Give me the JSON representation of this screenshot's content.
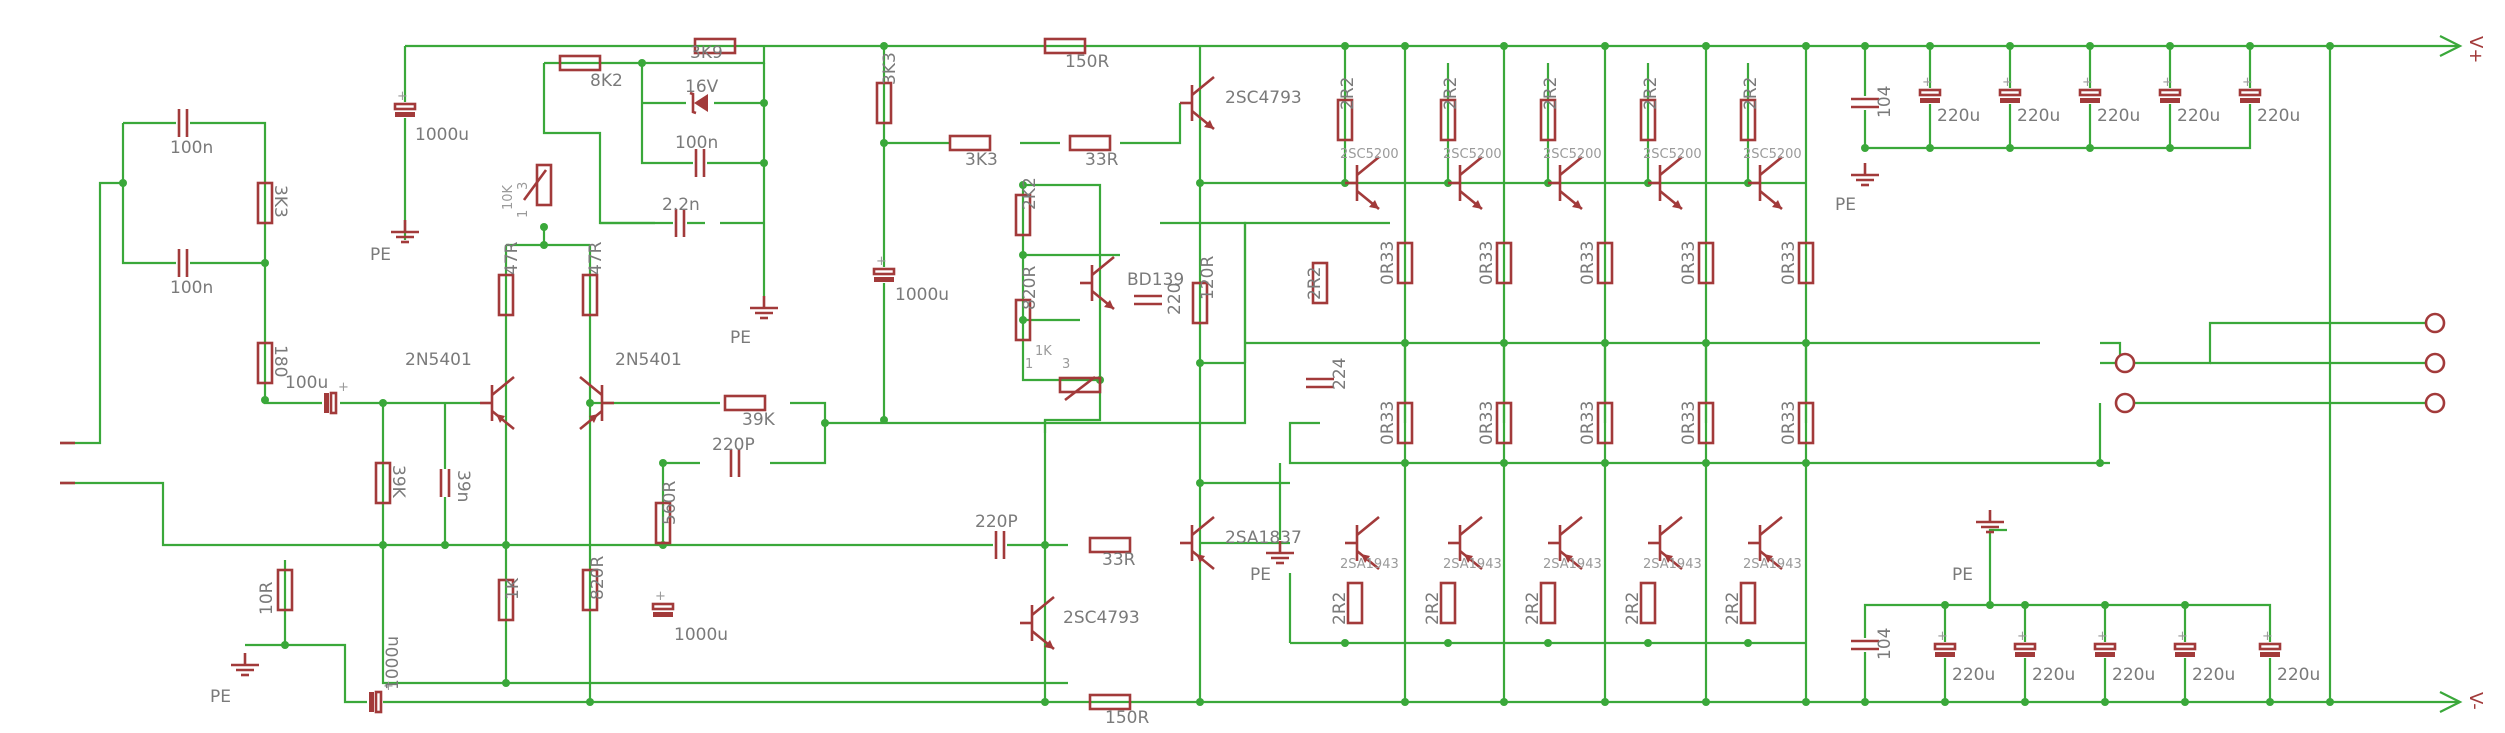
{
  "rails": {
    "positive": "V+",
    "negative": "V-"
  },
  "ground": "PE",
  "resistors": {
    "r3k9": "3K9",
    "r8k2": "8K2",
    "r150_top": "150R",
    "r3k3_in": "3K3",
    "r180": "180",
    "r47_a": "47R",
    "r47_b": "47R",
    "r3k3_a": "3K3",
    "r3k3_b": "3K3",
    "r33_a": "33R",
    "r2k2_mid": "2K2",
    "r820_mid": "820R",
    "r120": "120R",
    "r2k2_bias": "2R2",
    "r39k_fb": "39K",
    "r39k_in": "39K",
    "r560": "560R",
    "r1k": "1K",
    "r820_low": "820R",
    "r10": "10R",
    "r33_b": "33R",
    "r150_bot": "150R",
    "rb_top": [
      "2R2",
      "2R2",
      "2R2",
      "2R2",
      "2R2"
    ],
    "re_top": [
      "0R33",
      "0R33",
      "0R33",
      "0R33",
      "0R33"
    ],
    "re_bot": [
      "0R33",
      "0R33",
      "0R33",
      "0R33",
      "0R33"
    ],
    "rb_bot": [
      "2R2",
      "2R2",
      "2R2",
      "2R2",
      "2R2"
    ]
  },
  "capacitors": {
    "c100n_a": "100n",
    "c100n_b": "100n",
    "c1000u_top": "1000u",
    "c100n_fb": "100n",
    "c2n2": "2.2n",
    "c1000u_mid": "1000u",
    "c220_vas": "220",
    "c224": "224",
    "c100u": "100u",
    "c39n": "39n",
    "c220p_a": "220P",
    "c220p_b": "220P",
    "c1000u_low": "1000u",
    "c1000u_bot": "1000u",
    "c104_top": "104",
    "c104_bot": "104",
    "c220u_top": [
      "220u",
      "220u",
      "220u",
      "220u",
      "220u"
    ],
    "c220u_bot": [
      "220u",
      "220u",
      "220u",
      "220u",
      "220u"
    ]
  },
  "pots": {
    "p_top": {
      "value": "10K",
      "pin1": "1",
      "pin3": "3"
    },
    "p_mid": {
      "value": "1K",
      "pin1": "1",
      "pin3": "3"
    }
  },
  "semis": {
    "zener": "16V",
    "q_in_a": "2N5401",
    "q_in_b": "2N5401",
    "q_bd": "BD139",
    "q_drv_p": "2SC4793",
    "q_drv_n": "2SA1837",
    "q_vas": "2SC4793",
    "q_out_top": [
      "2SC5200",
      "2SC5200",
      "2SC5200",
      "2SC5200",
      "2SC5200"
    ],
    "q_out_bot": [
      "2SA1943",
      "2SA1943",
      "2SA1943",
      "2SA1943",
      "2SA1943"
    ]
  },
  "colors": {
    "wire": "#3aa83a",
    "component": "#a23a3a",
    "label": "#7a7a7a",
    "background": "#ffffff"
  }
}
